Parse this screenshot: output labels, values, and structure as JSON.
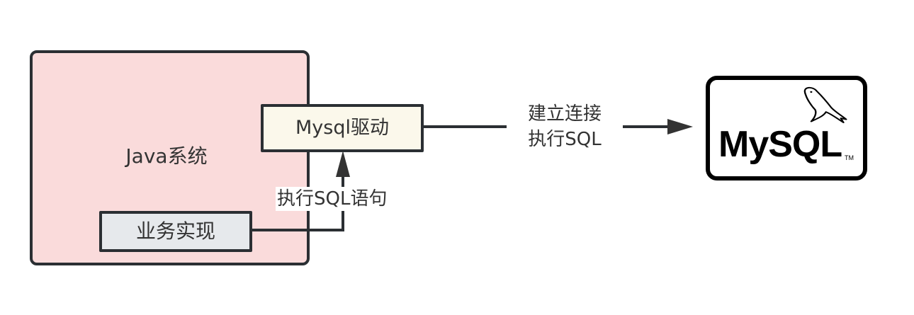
{
  "diagram": {
    "java_system": {
      "label": "Java系统"
    },
    "driver": {
      "label": "Mysql驱动"
    },
    "business": {
      "label": "业务实现"
    },
    "edge_business_to_driver": {
      "label": "执行SQL语句"
    },
    "edge_driver_to_mysql": {
      "label_line1": "建立连接",
      "label_line2": "执行SQL"
    },
    "mysql_logo": {
      "text": "MySQL",
      "trademark": "TM",
      "icon": "dolphin-icon"
    }
  },
  "colors": {
    "java_fill": "#fadbdb",
    "driver_fill": "#fbf8eb",
    "business_fill": "#e6e9ec",
    "stroke": "#2b2f33"
  }
}
